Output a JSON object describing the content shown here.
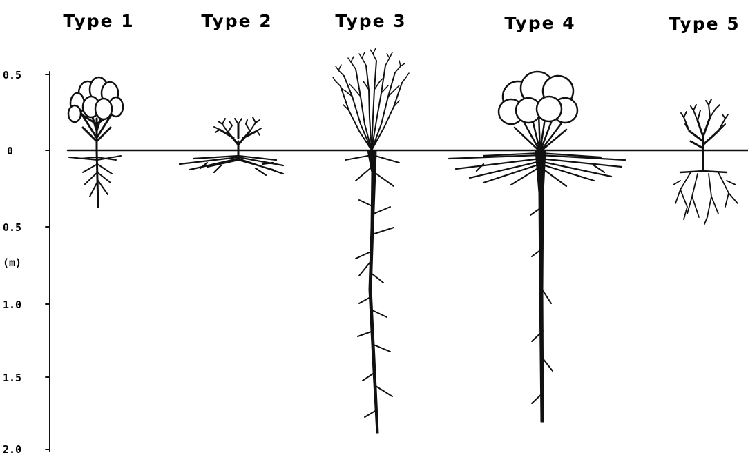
{
  "types": [
    {
      "label": "Type 1"
    },
    {
      "label": "Type 2"
    },
    {
      "label": "Type 3"
    },
    {
      "label": "Type 4"
    },
    {
      "label": "Type 5"
    }
  ],
  "axis": {
    "ticks": [
      {
        "label": "0.5"
      },
      {
        "label": "0"
      },
      {
        "label": "0.5"
      },
      {
        "label": "(m)"
      },
      {
        "label": "1.0"
      },
      {
        "label": "1.5"
      },
      {
        "label": "2.0"
      }
    ]
  },
  "colors": {
    "ink": "#111111",
    "background": "#ffffff"
  }
}
